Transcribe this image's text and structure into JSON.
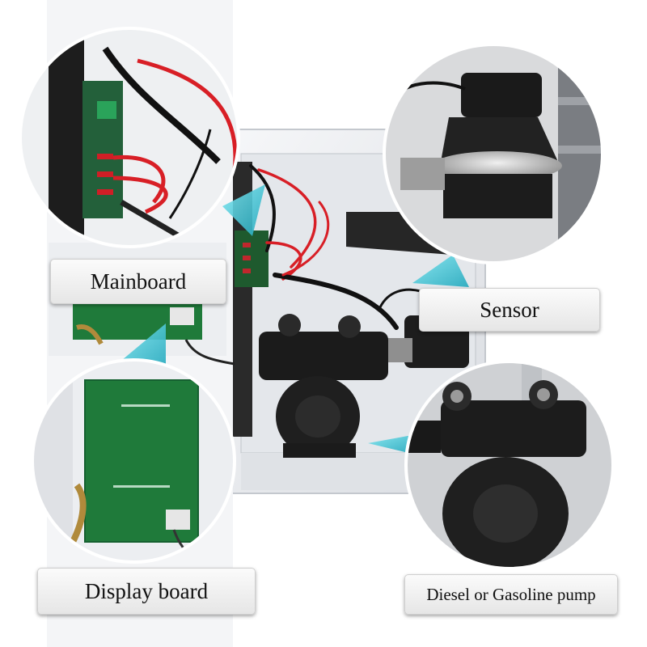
{
  "labels": {
    "mainboard": "Mainboard",
    "sensor": "Sensor",
    "display_board": "Display board",
    "pump": "Diesel or Gasoline pump"
  },
  "colors": {
    "pointer": "#35c6d6",
    "cabinet": "#eef0f3",
    "pcb": "#1f7a3a",
    "wire_red": "#d81f26",
    "pump_body": "#1b1b1b"
  }
}
